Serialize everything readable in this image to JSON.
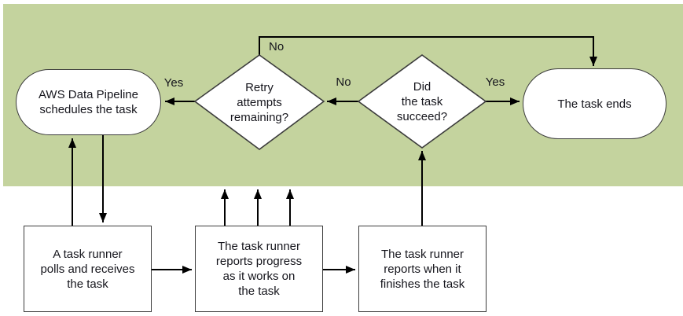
{
  "colors": {
    "region_background": "#c4d39e",
    "node_fill": "#ffffff",
    "node_border": "#3c3c3c",
    "connector": "#000000",
    "text": "#15151c"
  },
  "nodes": {
    "schedule": {
      "type": "terminator",
      "label": "AWS Data Pipeline\nschedules the task"
    },
    "retry": {
      "type": "decision",
      "label": "Retry\nattempts\nremaining?"
    },
    "succeed": {
      "type": "decision",
      "label": "Did\nthe task\nsucceed?"
    },
    "ends": {
      "type": "terminator",
      "label": "The task ends"
    },
    "polls": {
      "type": "process",
      "label": "A task runner\npolls and receives\nthe task"
    },
    "progress": {
      "type": "process",
      "label": "The task runner\nreports progress\nas it works on\nthe task"
    },
    "finishes": {
      "type": "process",
      "label": "The task runner\nreports when it\nfinishes the task"
    }
  },
  "edge_labels": {
    "retry_yes": "Yes",
    "retry_no": "No",
    "succeed_no": "No",
    "succeed_yes": "Yes"
  }
}
